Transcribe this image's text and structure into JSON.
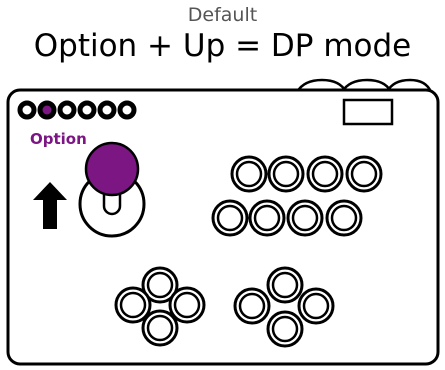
{
  "header": {
    "subtitle": "Default",
    "title": "Option + Up = DP mode"
  },
  "controller": {
    "option_label": "Option",
    "highlight_color": "#7b1683",
    "outline_color": "#000000",
    "selector_buttons": 6,
    "highlighted_selector_index": 1,
    "direction_icon": "arrow-up-icon",
    "top_buttons_row": 4,
    "bottom_buttons_row": 4,
    "cluster_count": 2
  }
}
